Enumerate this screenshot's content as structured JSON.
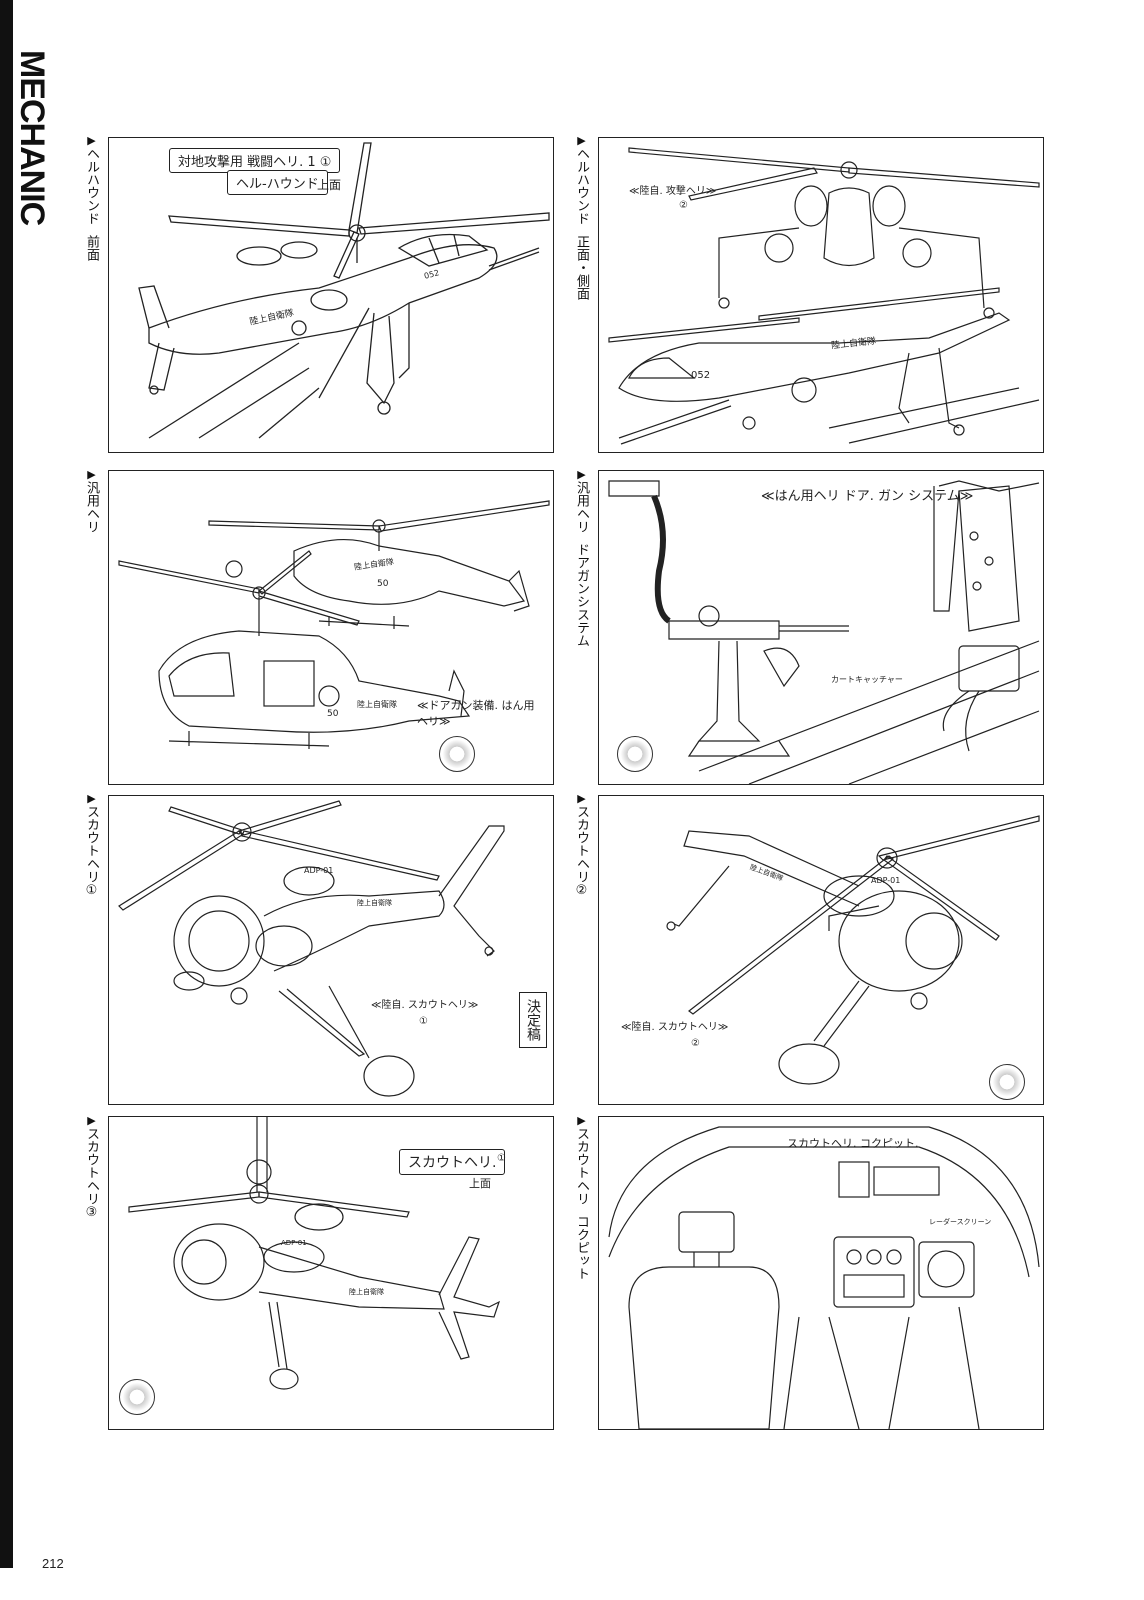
{
  "section_title": "MECHANIC",
  "page_number": "212",
  "panels": [
    {
      "caption": "ヘルハウンド",
      "caption_sub": "前面",
      "notes": {
        "header_line1": "対地攻撃用 戦闘ヘリ. 1 ①",
        "header_name": "ヘル-ハウンド",
        "header_view": "上面",
        "fuselage": "陸上自衛隊",
        "number": "052"
      }
    },
    {
      "caption": "ヘルハウンド",
      "caption_sub": "正面・側面",
      "notes": {
        "header_line1": "≪陸自. 攻撃ヘリ≫",
        "header_line2": "②",
        "fuselage": "陸上自衛隊",
        "number": "052"
      }
    },
    {
      "caption": "汎用ヘリ",
      "caption_sub": "",
      "notes": {
        "label_a": "≪ドアガン装備. はん用 ヘリ≫",
        "fuselage": "陸上自衛隊",
        "number": "50"
      }
    },
    {
      "caption": "汎用ヘリ",
      "caption_sub": "ドアガンシステム",
      "notes": {
        "header": "≪はん用ヘリ ドア. ガン システム≫",
        "label_cart": "カートキャッチャー"
      }
    },
    {
      "caption": "スカウトヘリ①",
      "caption_sub": "",
      "notes": {
        "label": "≪陸自. スカウトヘリ≫",
        "label_num": "①",
        "final": "決定稿",
        "fuselage": "陸上自衛隊",
        "code": "ADP-01"
      }
    },
    {
      "caption": "スカウトヘリ②",
      "caption_sub": "",
      "notes": {
        "label": "≪陸自. スカウトヘリ≫",
        "label_num": "②",
        "fuselage": "陸上自衛隊",
        "code": "ADP-01"
      }
    },
    {
      "caption": "スカウトヘリ③",
      "caption_sub": "",
      "notes": {
        "header_name": "スカウトヘリ.",
        "header_num": "①",
        "header_view": "上面",
        "fuselage": "陸上自衛隊",
        "code": "ADP-01"
      }
    },
    {
      "caption": "スカウトヘリ",
      "caption_sub": "コクピット",
      "notes": {
        "header": "スカウトヘリ. コクピット.",
        "label_radar": "レーダースクリーン"
      }
    }
  ]
}
